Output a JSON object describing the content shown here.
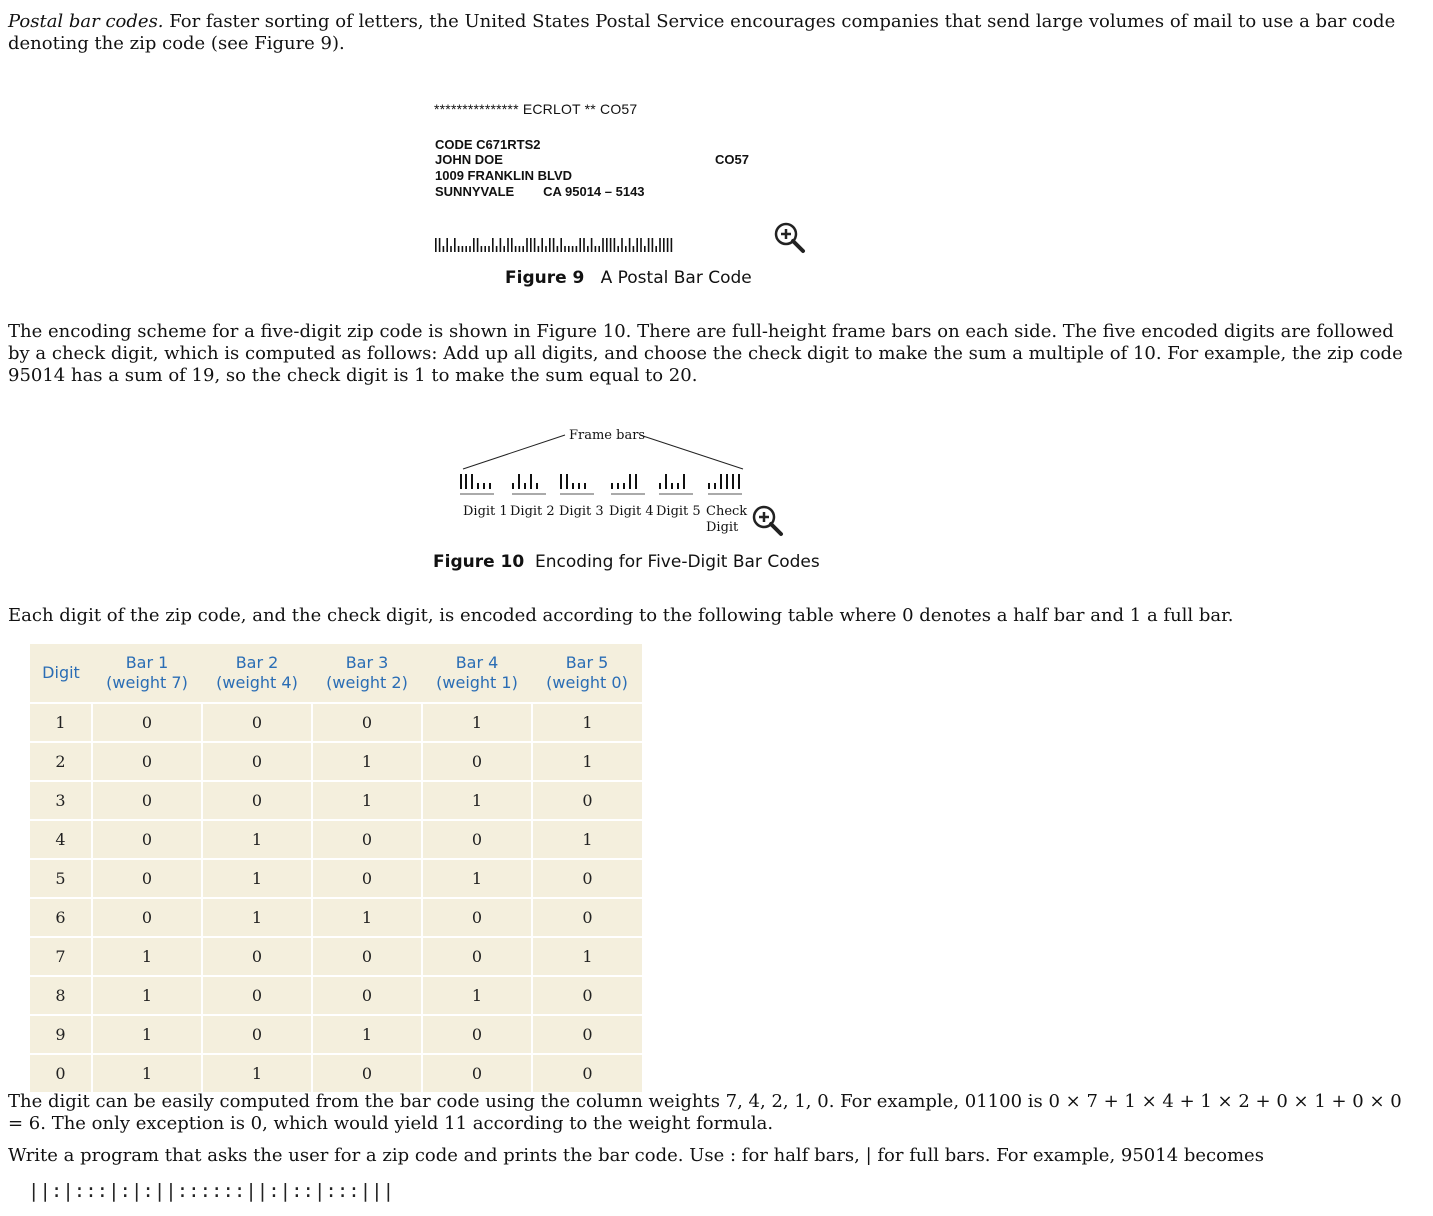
{
  "intro": {
    "lead_italic": "Postal bar codes.",
    "text": " For faster sorting of letters, the United States Postal Service encourages companies that send large volumes of mail to use a bar code denoting the zip code (see Figure 9)."
  },
  "figure9": {
    "top_line": "*************** ECRLOT ** CO57",
    "address": [
      "CODE C671RTS2",
      "JOHN DOE",
      "1009 FRANKLIN BLVD",
      "SUNNYVALE        CA 95014 – 5143"
    ],
    "right_code": "CO57",
    "caption_label": "Figure 9",
    "caption_text": "A Postal Bar Code"
  },
  "para2": "The encoding scheme for a five-digit zip code is shown in Figure 10. There are full-height frame bars on each side. The five encoded digits are followed by a check digit, which is computed as follows: Add up all digits, and choose the check digit to make the sum a multiple of 10. For example, the zip code 95014 has a sum of 19, so the check digit is 1 to make the sum equal to 20.",
  "figure10": {
    "frame_label": "Frame bars",
    "digit_labels": [
      "Digit 1",
      "Digit 2",
      "Digit 3",
      "Digit 4",
      "Digit 5",
      "Check"
    ],
    "check_second_line": "Digit",
    "caption_label": "Figure 10",
    "caption_text": "Encoding for Five-Digit Bar Codes",
    "groups": [
      "11000",
      "01010",
      "11000",
      "00011",
      "01001",
      "00111"
    ]
  },
  "para3": "Each digit of the zip code, and the check digit, is encoded according to the following table where 0 denotes a half bar and 1 a full bar.",
  "table": {
    "headers": [
      {
        "line1": "Digit",
        "line2": ""
      },
      {
        "line1": "Bar 1",
        "line2": "(weight 7)"
      },
      {
        "line1": "Bar 2",
        "line2": "(weight 4)"
      },
      {
        "line1": "Bar 3",
        "line2": "(weight 2)"
      },
      {
        "line1": "Bar 4",
        "line2": "(weight 1)"
      },
      {
        "line1": "Bar 5",
        "line2": "(weight 0)"
      }
    ],
    "rows": [
      [
        "1",
        "0",
        "0",
        "0",
        "1",
        "1"
      ],
      [
        "2",
        "0",
        "0",
        "1",
        "0",
        "1"
      ],
      [
        "3",
        "0",
        "0",
        "1",
        "1",
        "0"
      ],
      [
        "4",
        "0",
        "1",
        "0",
        "0",
        "1"
      ],
      [
        "5",
        "0",
        "1",
        "0",
        "1",
        "0"
      ],
      [
        "6",
        "0",
        "1",
        "1",
        "0",
        "0"
      ],
      [
        "7",
        "1",
        "0",
        "0",
        "0",
        "1"
      ],
      [
        "8",
        "1",
        "0",
        "0",
        "1",
        "0"
      ],
      [
        "9",
        "1",
        "0",
        "1",
        "0",
        "0"
      ],
      [
        "0",
        "1",
        "1",
        "0",
        "0",
        "0"
      ]
    ]
  },
  "para4": "The digit can be easily computed from the bar code using the column weights 7, 4, 2, 1, 0. For example, 01100 is 0 × 7 + 1 × 4 + 1 × 2 + 0 × 1 + 0 × 0 = 6. The only exception is 0, which would yield 11 according to the weight formula.",
  "para5": "Write a program that asks the user for a zip code and prints the bar code. Use : for half bars, | for full bars. For example, 95014 becomes",
  "example_output": "||:|:::|:|:||::::::||:|::|:::|||",
  "colors": {
    "table_bg": "#f4efdd",
    "header_text": "#2a6db5"
  },
  "icons": [
    "zoom-in-icon"
  ]
}
